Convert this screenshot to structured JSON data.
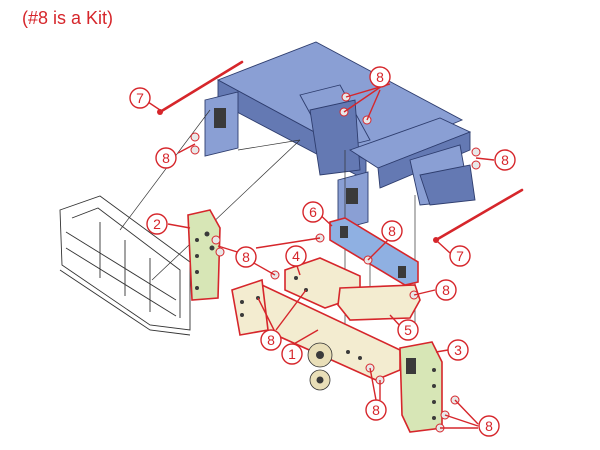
{
  "note": "(#8 is a Kit)",
  "callouts": [
    "1",
    "2",
    "3",
    "4",
    "5",
    "6",
    "7",
    "8"
  ],
  "colors": {
    "accent": "#d6262b",
    "frame": "#8a9fd4",
    "plate_blue": "#8fb0e2",
    "plate_green": "#d7e6b6",
    "mount_cream": "#f3ecd0"
  }
}
